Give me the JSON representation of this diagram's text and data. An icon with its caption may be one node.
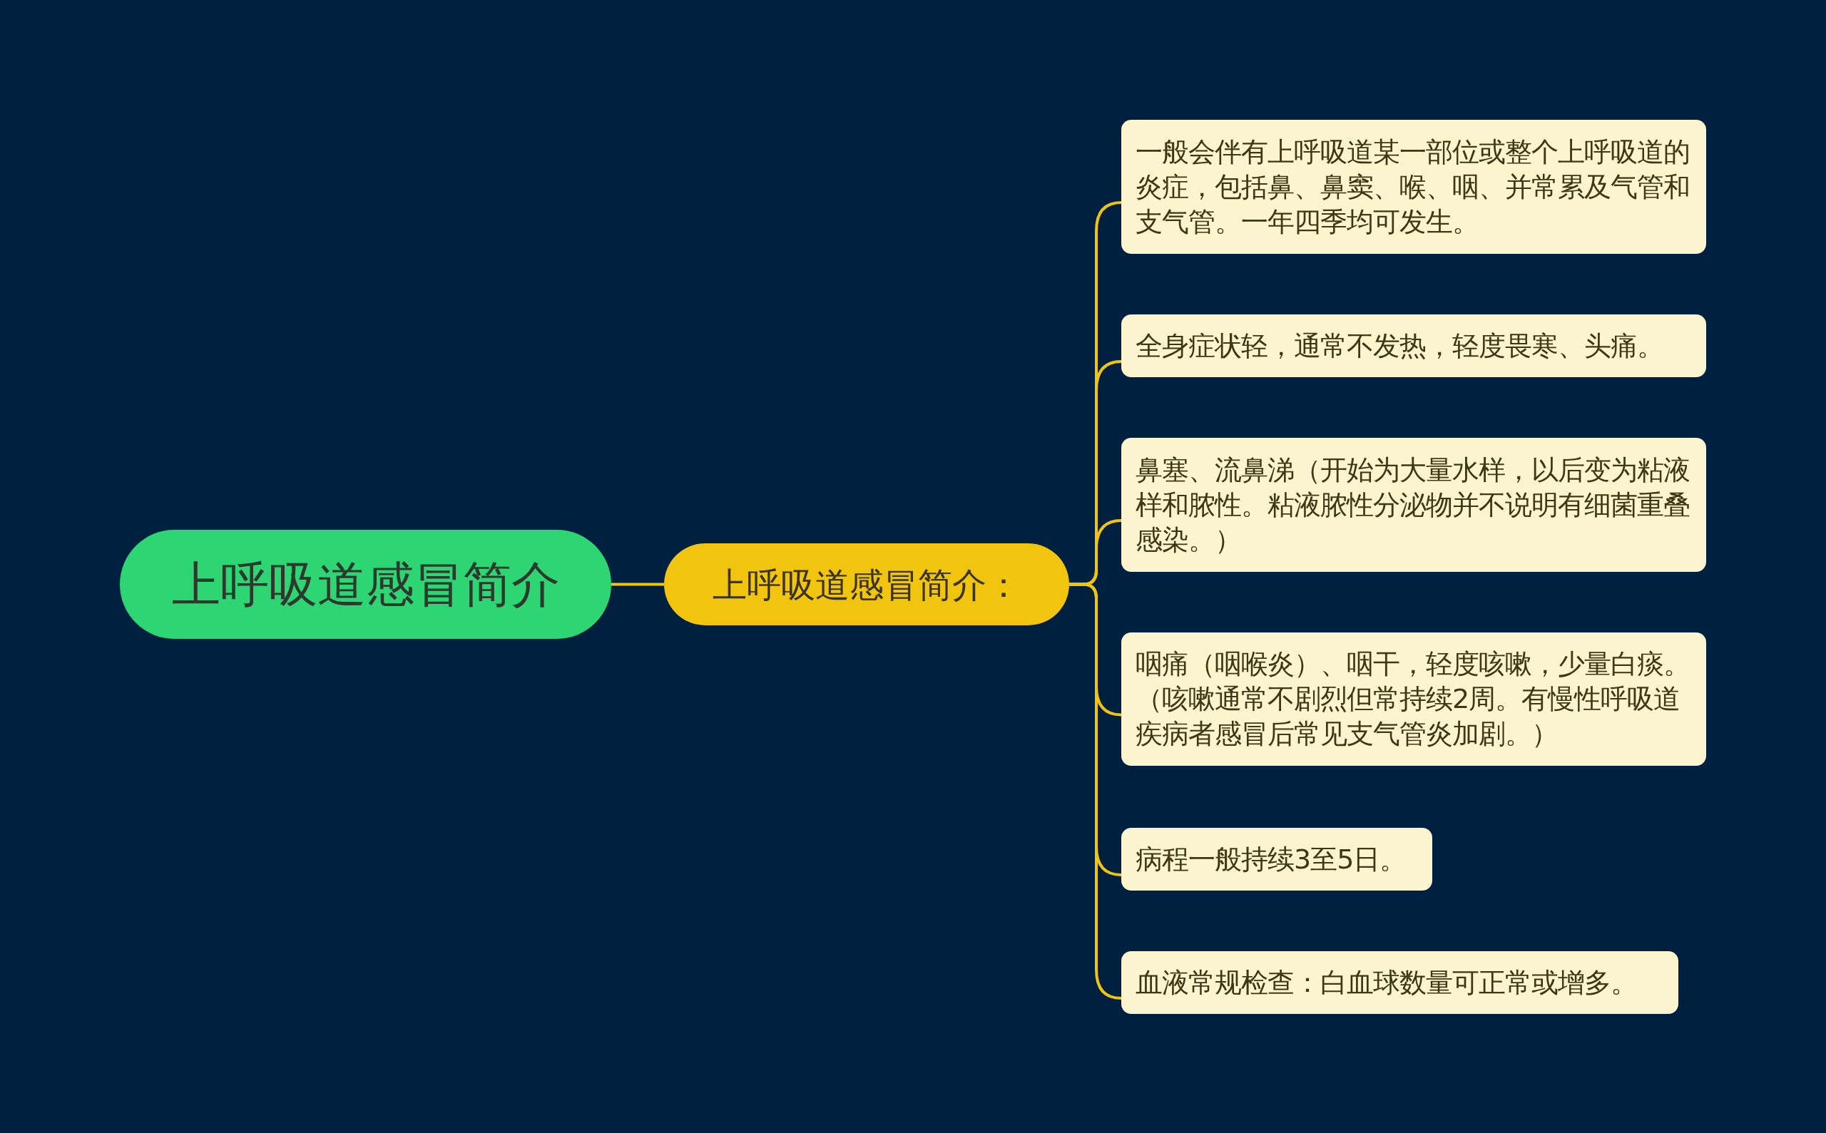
{
  "diagram": {
    "nodes": [
      {
        "text": [
          "上呼吸道感冒简介"
        ]
      },
      {
        "text": [
          "上呼吸道感冒简介："
        ]
      },
      {
        "text": [
          "一般会伴有上呼吸道某一部位或整个上呼吸道的炎症，包括鼻、鼻窦、喉、咽、并常累及气管和支气管。一年四季均可发生。"
        ]
      },
      {
        "text": [
          "全身症状轻，通常不发热，轻度畏寒、头痛。"
        ]
      },
      {
        "text": [
          "鼻塞、流鼻涕（开始为大量水样，以后变为粘液样和脓性。粘液脓性分泌物并不说明有细菌重叠感染。）"
        ]
      },
      {
        "text": [
          "咽痛（咽喉炎）、咽干，轻度咳嗽，少量白痰。（咳嗽通常不剧烈但常持续2周。有慢性呼吸道疾病者感冒后常见支气管炎加剧。）"
        ]
      },
      {
        "text": [
          "病程一般持续3至5日。"
        ]
      },
      {
        "text": [
          "血液常规检查：白血球数量可正常或增多。"
        ]
      }
    ],
    "edges": [
      {
        "from": 0,
        "to": 1,
        "arrow": "none"
      },
      {
        "from": 1,
        "to": 2,
        "arrow": "none"
      },
      {
        "from": 1,
        "to": 3,
        "arrow": "none"
      },
      {
        "from": 1,
        "to": 4,
        "arrow": "none"
      },
      {
        "from": 1,
        "to": 5,
        "arrow": "none"
      },
      {
        "from": 1,
        "to": 6,
        "arrow": "none"
      },
      {
        "from": 1,
        "to": 7,
        "arrow": "none"
      }
    ]
  }
}
